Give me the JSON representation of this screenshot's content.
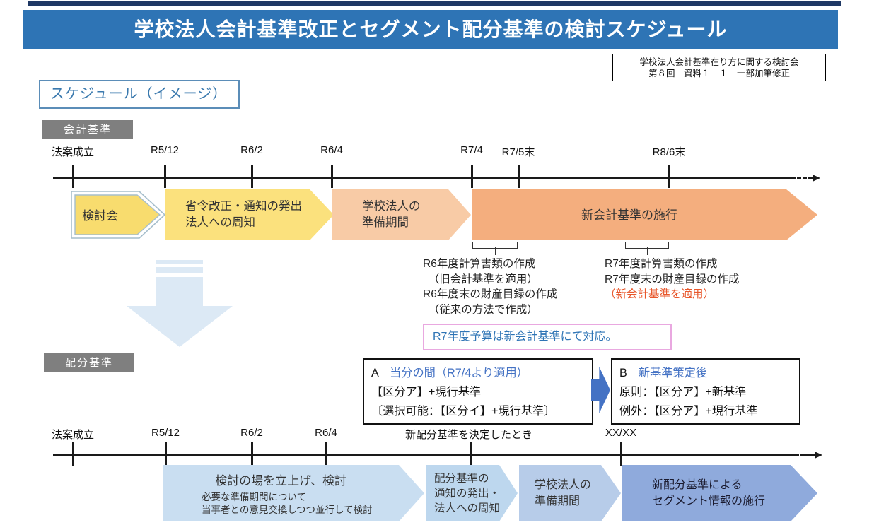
{
  "header": {
    "title": "学校法人会計基準改正とセグメント配分基準の検討スケジュール",
    "bar_color": "#2e74b5",
    "strip_color": "#1f3864"
  },
  "source_box": {
    "line1": "学校法人会計基準在り方に関する検討会",
    "line2": "第８回　資料１－１　一部加筆修正"
  },
  "schedule_label": "スケジュール（イメージ）",
  "accounting": {
    "section_label": "会計基準",
    "ticks": [
      {
        "label": "法案成立"
      },
      {
        "label": "R5/12"
      },
      {
        "label": "R6/2"
      },
      {
        "label": "R6/4"
      },
      {
        "label": "R7/4"
      },
      {
        "label": "R7/5末"
      },
      {
        "label": "R8/6末"
      }
    ],
    "arrows": [
      {
        "label": "検討会",
        "color": "#f8dc6e"
      },
      {
        "label": "省令改正・通知の発出\n法人への周知",
        "color": "#fbe17d"
      },
      {
        "label": "学校法人の\n準備期間",
        "color": "#f8cba6"
      },
      {
        "label": "新会計基準の施行",
        "color": "#f4ae7e"
      }
    ],
    "note_r6": {
      "text": "R6年度計算書類の作成\n　（旧会計基準を適用）\nR6年度末の財産目録の作成\n　（従来の方法で作成）"
    },
    "note_r7": {
      "line1": "R7年度計算書類の作成",
      "line2": "R7年度末の財産目録の作成",
      "line3": "（新会計基準を適用）",
      "line3_color": "#e8572b"
    },
    "budget_note": "R7年度予算は新会計基準にて対応。"
  },
  "allocation": {
    "section_label": "配分基準",
    "box_a": {
      "key": "A",
      "title": "当分の間（R7/4より適用）",
      "line2": "【区分ア】+現行基準",
      "line3": "〔選択可能：【区分イ】+現行基準〕"
    },
    "box_b": {
      "key": "B",
      "title": "新基準策定後",
      "line2": "原則：【区分ア】+新基準",
      "line3": "例外：【区分ア】+現行基準"
    },
    "ticks": [
      {
        "label": "法案成立"
      },
      {
        "label": "R5/12"
      },
      {
        "label": "R6/2"
      },
      {
        "label": "R6/4"
      },
      {
        "label": "新配分基準を決定したとき"
      },
      {
        "label": "XX/XX"
      }
    ],
    "arrows": [
      {
        "title": "検討の場を立上げ、検討",
        "sub": "必要な準備期間について\n当事者との意見交換しつつ並行して検討",
        "color": "#c9def1"
      },
      {
        "label": "配分基準の\n通知の発出・\n法人への周知",
        "color": "#bdd7ee"
      },
      {
        "label": "学校法人の\n準備期間",
        "color": "#b7cce9"
      },
      {
        "label": "新配分基準による\nセグメント情報の施行",
        "color": "#8faadc"
      }
    ]
  }
}
